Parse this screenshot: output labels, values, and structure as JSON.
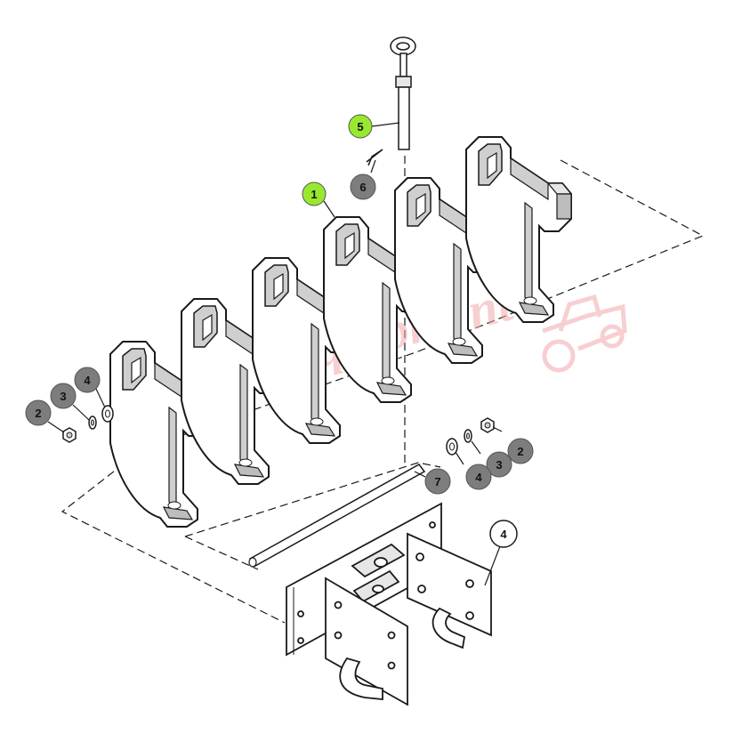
{
  "diagram": {
    "type": "exploded-parts-view",
    "callouts": [
      {
        "id": "c1",
        "label": "1",
        "style": "highlight"
      },
      {
        "id": "c5",
        "label": "5",
        "style": "highlight"
      },
      {
        "id": "c6",
        "label": "6",
        "style": "gray"
      },
      {
        "id": "c2a",
        "label": "2",
        "style": "gray"
      },
      {
        "id": "c3a",
        "label": "3",
        "style": "gray"
      },
      {
        "id": "c4a",
        "label": "4",
        "style": "gray"
      },
      {
        "id": "c2b",
        "label": "2",
        "style": "gray"
      },
      {
        "id": "c3b",
        "label": "3",
        "style": "gray"
      },
      {
        "id": "c4b",
        "label": "4",
        "style": "gray"
      },
      {
        "id": "c7",
        "label": "7",
        "style": "gray"
      },
      {
        "id": "c4c",
        "label": "4",
        "style": "outline"
      }
    ],
    "colors": {
      "highlight": "#99e830",
      "gray": "#7d7d7d",
      "outline": "#ffffff",
      "part_fill": "#ffffff",
      "part_shade": "#cfcfcf",
      "line": "#1a1a1a",
      "watermark": "#f2a8ad"
    }
  },
  "watermark": {
    "text": "Farmer Equipment"
  }
}
